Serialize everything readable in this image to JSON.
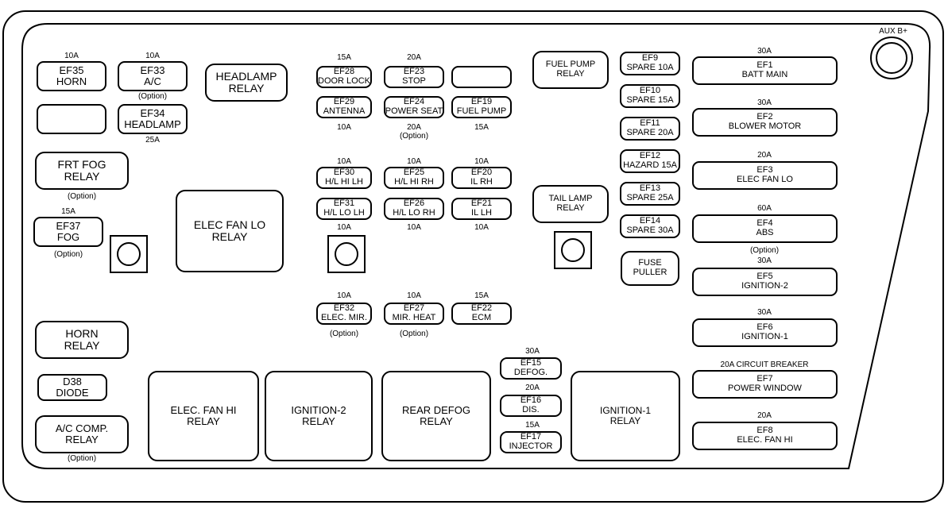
{
  "aux_label": "AUX B+",
  "fuses": {
    "ef35": {
      "amp": "10A",
      "l1": "EF35",
      "l2": "HORN"
    },
    "ef33": {
      "amp": "10A",
      "l1": "EF33",
      "l2": "A/C",
      "note": "(Option)"
    },
    "ef34": {
      "amp": "25A",
      "l1": "EF34",
      "l2": "HEADLAMP"
    },
    "ef37": {
      "amp": "15A",
      "l1": "EF37",
      "l2": "FOG",
      "note": "(Option)"
    },
    "ef28": {
      "amp": "15A",
      "l1": "EF28",
      "l2": "DOOR LOCK"
    },
    "ef23": {
      "amp": "20A",
      "l1": "EF23",
      "l2": "STOP"
    },
    "ef29": {
      "amp": "10A",
      "l1": "EF29",
      "l2": "ANTENNA"
    },
    "ef24": {
      "amp": "20A",
      "l1": "EF24",
      "l2": "POWER SEAT",
      "note": "(Option)"
    },
    "ef19": {
      "amp": "15A",
      "l1": "EF19",
      "l2": "FUEL PUMP"
    },
    "ef30": {
      "amp": "10A",
      "l1": "EF30",
      "l2": "H/L HI LH"
    },
    "ef25": {
      "amp": "10A",
      "l1": "EF25",
      "l2": "H/L HI RH"
    },
    "ef20": {
      "amp": "10A",
      "l1": "EF20",
      "l2": "IL RH"
    },
    "ef31": {
      "amp": "10A",
      "l1": "EF31",
      "l2": "H/L LO LH"
    },
    "ef26": {
      "amp": "10A",
      "l1": "EF26",
      "l2": "H/L LO RH"
    },
    "ef21": {
      "amp": "10A",
      "l1": "EF21",
      "l2": "IL LH"
    },
    "ef32": {
      "amp": "10A",
      "l1": "EF32",
      "l2": "ELEC. MIR.",
      "note": "(Option)"
    },
    "ef27": {
      "amp": "10A",
      "l1": "EF27",
      "l2": "MIR. HEAT",
      "note": "(Option)"
    },
    "ef22": {
      "amp": "15A",
      "l1": "EF22",
      "l2": "ECM"
    },
    "ef15": {
      "amp": "30A",
      "l1": "EF15",
      "l2": "DEFOG."
    },
    "ef16": {
      "amp": "20A",
      "l1": "EF16",
      "l2": "DIS."
    },
    "ef17": {
      "amp": "15A",
      "l1": "EF17",
      "l2": "INJECTOR"
    },
    "ef9": {
      "l1": "EF9",
      "l2": "SPARE 10A"
    },
    "ef10": {
      "l1": "EF10",
      "l2": "SPARE 15A"
    },
    "ef11": {
      "l1": "EF11",
      "l2": "SPARE 20A"
    },
    "ef12": {
      "l1": "EF12",
      "l2": "HAZARD 15A"
    },
    "ef13": {
      "l1": "EF13",
      "l2": "SPARE 25A"
    },
    "ef14": {
      "l1": "EF14",
      "l2": "SPARE 30A"
    },
    "ef1": {
      "amp": "30A",
      "l1": "EF1",
      "l2": "BATT MAIN"
    },
    "ef2": {
      "amp": "30A",
      "l1": "EF2",
      "l2": "BLOWER MOTOR"
    },
    "ef3": {
      "amp": "20A",
      "l1": "EF3",
      "l2": "ELEC FAN LO"
    },
    "ef4": {
      "amp": "60A",
      "l1": "EF4",
      "l2": "ABS",
      "note": "(Option)"
    },
    "ef5": {
      "amp": "30A",
      "l1": "EF5",
      "l2": "IGNITION-2"
    },
    "ef6": {
      "amp": "30A",
      "l1": "EF6",
      "l2": "IGNITION-1"
    },
    "ef7": {
      "amp": "20A CIRCUIT BREAKER",
      "l1": "EF7",
      "l2": "POWER WINDOW"
    },
    "ef8": {
      "amp": "20A",
      "l1": "EF8",
      "l2": "ELEC. FAN HI"
    }
  },
  "relays": {
    "headlamp": {
      "l1": "HEADLAMP",
      "l2": "RELAY"
    },
    "frt_fog": {
      "l1": "FRT FOG",
      "l2": "RELAY",
      "note": "(Option)"
    },
    "elec_fan_lo": {
      "l1": "ELEC FAN LO",
      "l2": "RELAY"
    },
    "horn": {
      "l1": "HORN",
      "l2": "RELAY"
    },
    "ac_comp": {
      "l1": "A/C COMP.",
      "l2": "RELAY",
      "note": "(Option)"
    },
    "elec_fan_hi": {
      "l1": "ELEC. FAN HI",
      "l2": "RELAY"
    },
    "ignition2": {
      "l1": "IGNITION-2",
      "l2": "RELAY"
    },
    "rear_defog": {
      "l1": "REAR DEFOG",
      "l2": "RELAY"
    },
    "ignition1": {
      "l1": "IGNITION-1",
      "l2": "RELAY"
    },
    "fuel_pump": {
      "l1": "FUEL PUMP",
      "l2": "RELAY"
    },
    "tail_lamp": {
      "l1": "TAIL LAMP",
      "l2": "RELAY"
    }
  },
  "other": {
    "diode": {
      "l1": "D38",
      "l2": "DIODE"
    },
    "fuse_puller": {
      "l1": "FUSE",
      "l2": "PULLER"
    }
  }
}
